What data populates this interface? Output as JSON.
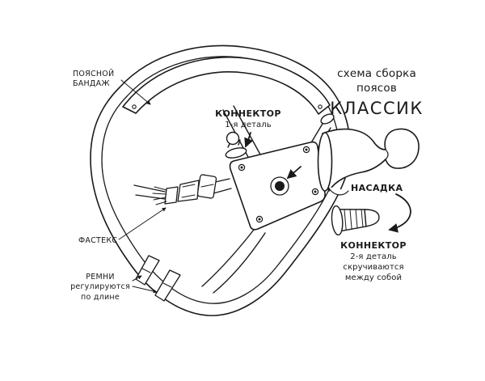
{
  "title": {
    "line1": "схема сборка",
    "line2": "поясов",
    "line3": "КЛАССИК"
  },
  "labels": {
    "waist_band": {
      "line1": "ПОЯСНОЙ",
      "line2": "БАНДАЖ"
    },
    "connector_1": {
      "heading": "КОННЕКТОР",
      "sub": "1-я деталь"
    },
    "fastex": {
      "text": "ФАСТЕКС"
    },
    "straps": {
      "line1": "РЕМНИ",
      "line2": "регулируются",
      "line3": "по длине"
    },
    "attachment": {
      "heading": "НАСАДКА"
    },
    "connector_2": {
      "heading": "КОННЕКТОР",
      "line1": "2-я деталь",
      "line2": "скручиваются",
      "line3": "между собой"
    }
  },
  "colors": {
    "ink": "#1a1a1a",
    "background": "#ffffff"
  }
}
